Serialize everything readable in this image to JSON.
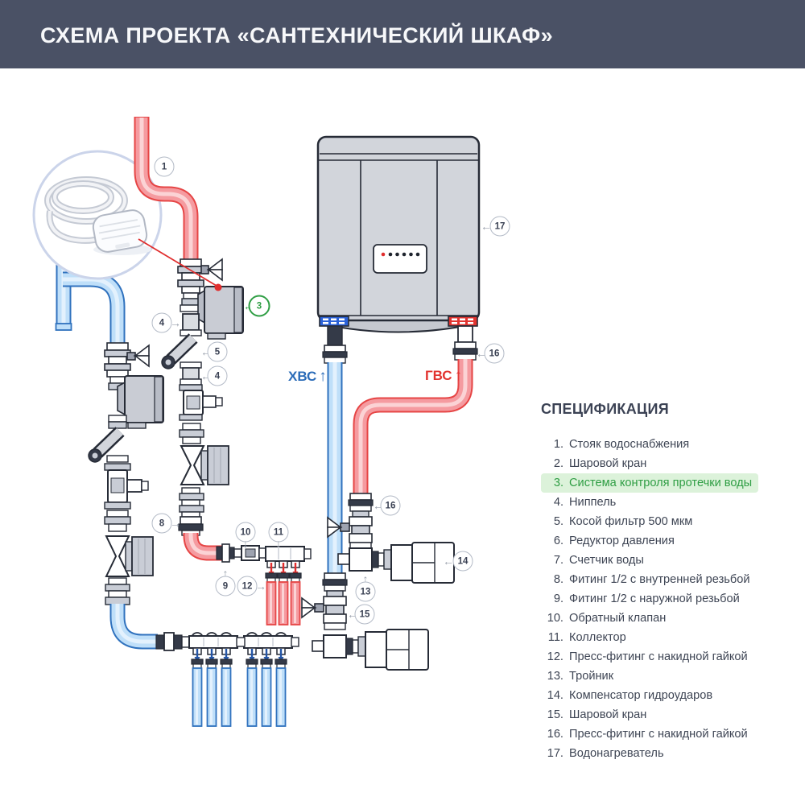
{
  "header": {
    "title": "СХЕМА ПРОЕКТА «САНТЕХНИЧЕСКИЙ ШКАФ»"
  },
  "diagram": {
    "pipe_labels": {
      "cold": "ХВС",
      "hot": "ГВС",
      "up_arrow": "↑"
    },
    "callouts": [
      {
        "n": "1",
        "arrow": ""
      },
      {
        "n": "3",
        "arrow": "←"
      },
      {
        "n": "4",
        "arrow": "→"
      },
      {
        "n": "5",
        "arrow": "←"
      },
      {
        "n": "4",
        "arrow": "←"
      },
      {
        "n": "8",
        "arrow": "→"
      },
      {
        "n": "9",
        "arrow": "↑"
      },
      {
        "n": "10",
        "arrow": "↓"
      },
      {
        "n": "11",
        "arrow": "↓"
      },
      {
        "n": "12",
        "arrow": "→"
      },
      {
        "n": "13",
        "arrow": "↑"
      },
      {
        "n": "14",
        "arrow": "←"
      },
      {
        "n": "15",
        "arrow": "←"
      },
      {
        "n": "16",
        "arrow": "←"
      },
      {
        "n": "16",
        "arrow": "←"
      },
      {
        "n": "17",
        "arrow": "←"
      }
    ]
  },
  "spec": {
    "title": "СПЕЦИФИКАЦИЯ",
    "items": [
      {
        "num": "1.",
        "label": "Стояк водоснабжения"
      },
      {
        "num": "2.",
        "label": "Шаровой кран"
      },
      {
        "num": "3.",
        "label": "Система контроля протечки воды"
      },
      {
        "num": "4.",
        "label": "Ниппель"
      },
      {
        "num": "5.",
        "label": "Косой фильтр 500 мкм"
      },
      {
        "num": "6.",
        "label": "Редуктор давления"
      },
      {
        "num": "7.",
        "label": "Счетчик воды"
      },
      {
        "num": "8.",
        "label": "Фитинг 1/2 с внутренней резьбой"
      },
      {
        "num": "9.",
        "label": "Фитинг 1/2 с наружной резьбой"
      },
      {
        "num": "10.",
        "label": "Обратный клапан"
      },
      {
        "num": "11.",
        "label": "Коллектор"
      },
      {
        "num": "12.",
        "label": "Пресс-фитинг с накидной гайкой"
      },
      {
        "num": "13.",
        "label": "Тройник"
      },
      {
        "num": "14.",
        "label": "Компенсатор гидроударов"
      },
      {
        "num": "15.",
        "label": "Шаровой кран"
      },
      {
        "num": "16.",
        "label": "Пресс-фитинг с накидной гайкой"
      },
      {
        "num": "17.",
        "label": "Водонагреватель"
      }
    ]
  },
  "colors": {
    "header_bg": "#4A5165",
    "accent_green": "#2F9E44",
    "highlight_bg": "#DCF2DA",
    "cold_accent": "#2B6CB8",
    "hot_accent": "#E23430"
  }
}
